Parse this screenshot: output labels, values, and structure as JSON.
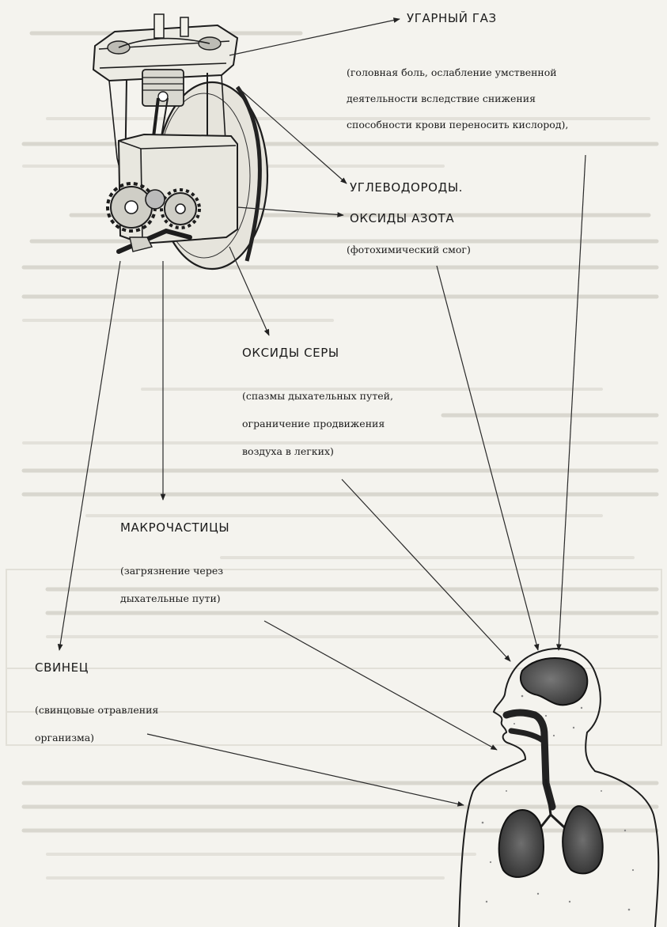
{
  "labels": {
    "co": "УГАРНЫЙ ГАЗ",
    "co_note_1": "(головная боль, ослабление умственной",
    "co_note_2": "деятельности вследствие снижения",
    "co_note_3": "способности крови переносить кислород),",
    "hc": "УГЛЕВОДОРОДЫ.",
    "nox": "ОКСИДЫ АЗОТА",
    "nox_note": "(фотохимический смог)",
    "sox": "ОКСИДЫ СЕРЫ",
    "sox_note_1": "(спазмы дыхательных путей,",
    "sox_note_2": "ограничение продвижения",
    "sox_note_3": "воздуха в легких)",
    "pm": "МАКРОЧАСТИЦЫ",
    "pm_note_1": "(загрязнение через",
    "pm_note_2": "дыхательные пути)",
    "pb": "СВИНЕЦ",
    "pb_note_1": "(свинцовые отравления",
    "pb_note_2": "организма)"
  },
  "icons": {
    "engine": "engine-cutaway-illustration",
    "human": "human-respiratory-system-illustration"
  }
}
